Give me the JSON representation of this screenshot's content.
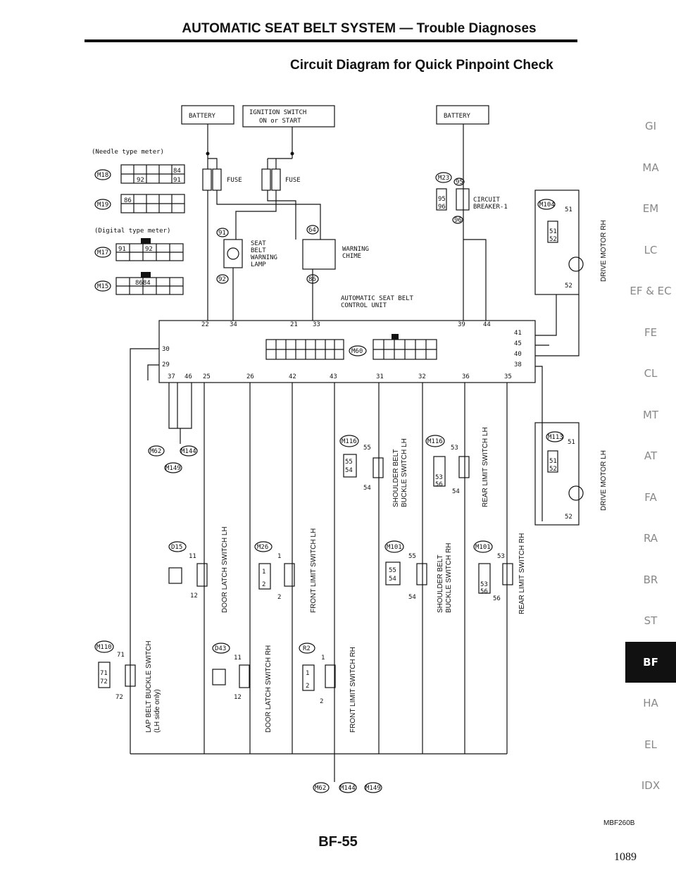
{
  "header": {
    "title": "AUTOMATIC SEAT BELT SYSTEM — Trouble Diagnoses",
    "subtitle": "Circuit Diagram for Quick Pinpoint Check"
  },
  "side_tabs": [
    {
      "label": "GI",
      "active": false
    },
    {
      "label": "MA",
      "active": false
    },
    {
      "label": "EM",
      "active": false
    },
    {
      "label": "LC",
      "active": false
    },
    {
      "label": "EF & EC",
      "active": false
    },
    {
      "label": "FE",
      "active": false
    },
    {
      "label": "CL",
      "active": false
    },
    {
      "label": "MT",
      "active": false
    },
    {
      "label": "AT",
      "active": false
    },
    {
      "label": "FA",
      "active": false
    },
    {
      "label": "RA",
      "active": false
    },
    {
      "label": "BR",
      "active": false
    },
    {
      "label": "ST",
      "active": false
    },
    {
      "label": "BF",
      "active": true
    },
    {
      "label": "HA",
      "active": false
    },
    {
      "label": "EL",
      "active": false
    },
    {
      "label": "IDX",
      "active": false
    }
  ],
  "diagram": {
    "battery_left": "BATTERY",
    "ignition_switch": "IGNITION SWITCH",
    "ignition_switch_pos": "ON or START",
    "battery_right": "BATTERY",
    "needle_meter": "(Needle type meter)",
    "digital_meter": "(Digital type meter)",
    "fuse1": "FUSE",
    "fuse2": "FUSE",
    "warning_lamp": [
      "SEAT",
      "BELT",
      "WARNING",
      "LAMP"
    ],
    "warning_chime": [
      "WARNING",
      "CHIME"
    ],
    "circuit_breaker": [
      "CIRCUIT",
      "BREAKER-1"
    ],
    "control_unit": [
      "AUTOMATIC SEAT BELT",
      "CONTROL UNIT"
    ],
    "drive_motor_rh": "DRIVE MOTOR RH",
    "drive_motor_lh": "DRIVE MOTOR LH",
    "shoulder_belt_lh": [
      "SHOULDER BELT",
      "BUCKLE SWITCH LH"
    ],
    "rear_limit_lh": "REAR LIMIT SWITCH LH",
    "door_latch_lh": "DOOR LATCH SWITCH LH",
    "front_limit_lh": "FRONT LIMIT SWITCH LH",
    "shoulder_belt_rh": [
      "SHOULDER BELT",
      "BUCKLE SWITCH RH"
    ],
    "rear_limit_rh": "REAR LIMIT SWITCH RH",
    "lap_belt": [
      "LAP BELT BUCKLE SWITCH",
      "(LH side only)"
    ],
    "door_latch_rh": "DOOR LATCH SWITCH RH",
    "front_limit_rh": "FRONT LIMIT SWITCH RH",
    "cu_top_pins": [
      "22",
      "34",
      "21",
      "33",
      "39",
      "44"
    ],
    "cu_right_pins": [
      "41",
      "45",
      "40",
      "38"
    ],
    "cu_left_pins": [
      "30",
      "29"
    ],
    "cu_bottom_pins": [
      "37",
      "46",
      "25",
      "26",
      "42",
      "43",
      "31",
      "32",
      "36",
      "35"
    ],
    "connectors": {
      "m18": "M18",
      "m19": "M19",
      "m17": "M17",
      "m15": "M15",
      "m23": "M23",
      "m104": "M104",
      "m60": "M60",
      "m62": "M62",
      "m144": "M144",
      "m149": "M149",
      "m116a": "M116",
      "m116b": "M116",
      "m113": "M113",
      "d15": "D15",
      "m26": "M26",
      "m101a": "M101",
      "m101b": "M101",
      "m110": "M110",
      "d43": "D43",
      "r2": "R2",
      "m62b": "M62",
      "m144b": "M144",
      "m149b": "M149"
    },
    "terminals": {
      "t91": "91",
      "t64": "64",
      "t92": "92",
      "t86": "86",
      "t95": "95",
      "t96": "96",
      "t51": "51",
      "t52": "52",
      "t55": "55",
      "t54": "54",
      "t53": "53",
      "t56": "56",
      "t11": "11",
      "t12": "12",
      "t1": "1",
      "t2": "2",
      "t71": "71",
      "t72": "72"
    }
  },
  "footer": {
    "figure_code": "MBF260B",
    "page_label": "BF-55",
    "page_number": "1089"
  }
}
